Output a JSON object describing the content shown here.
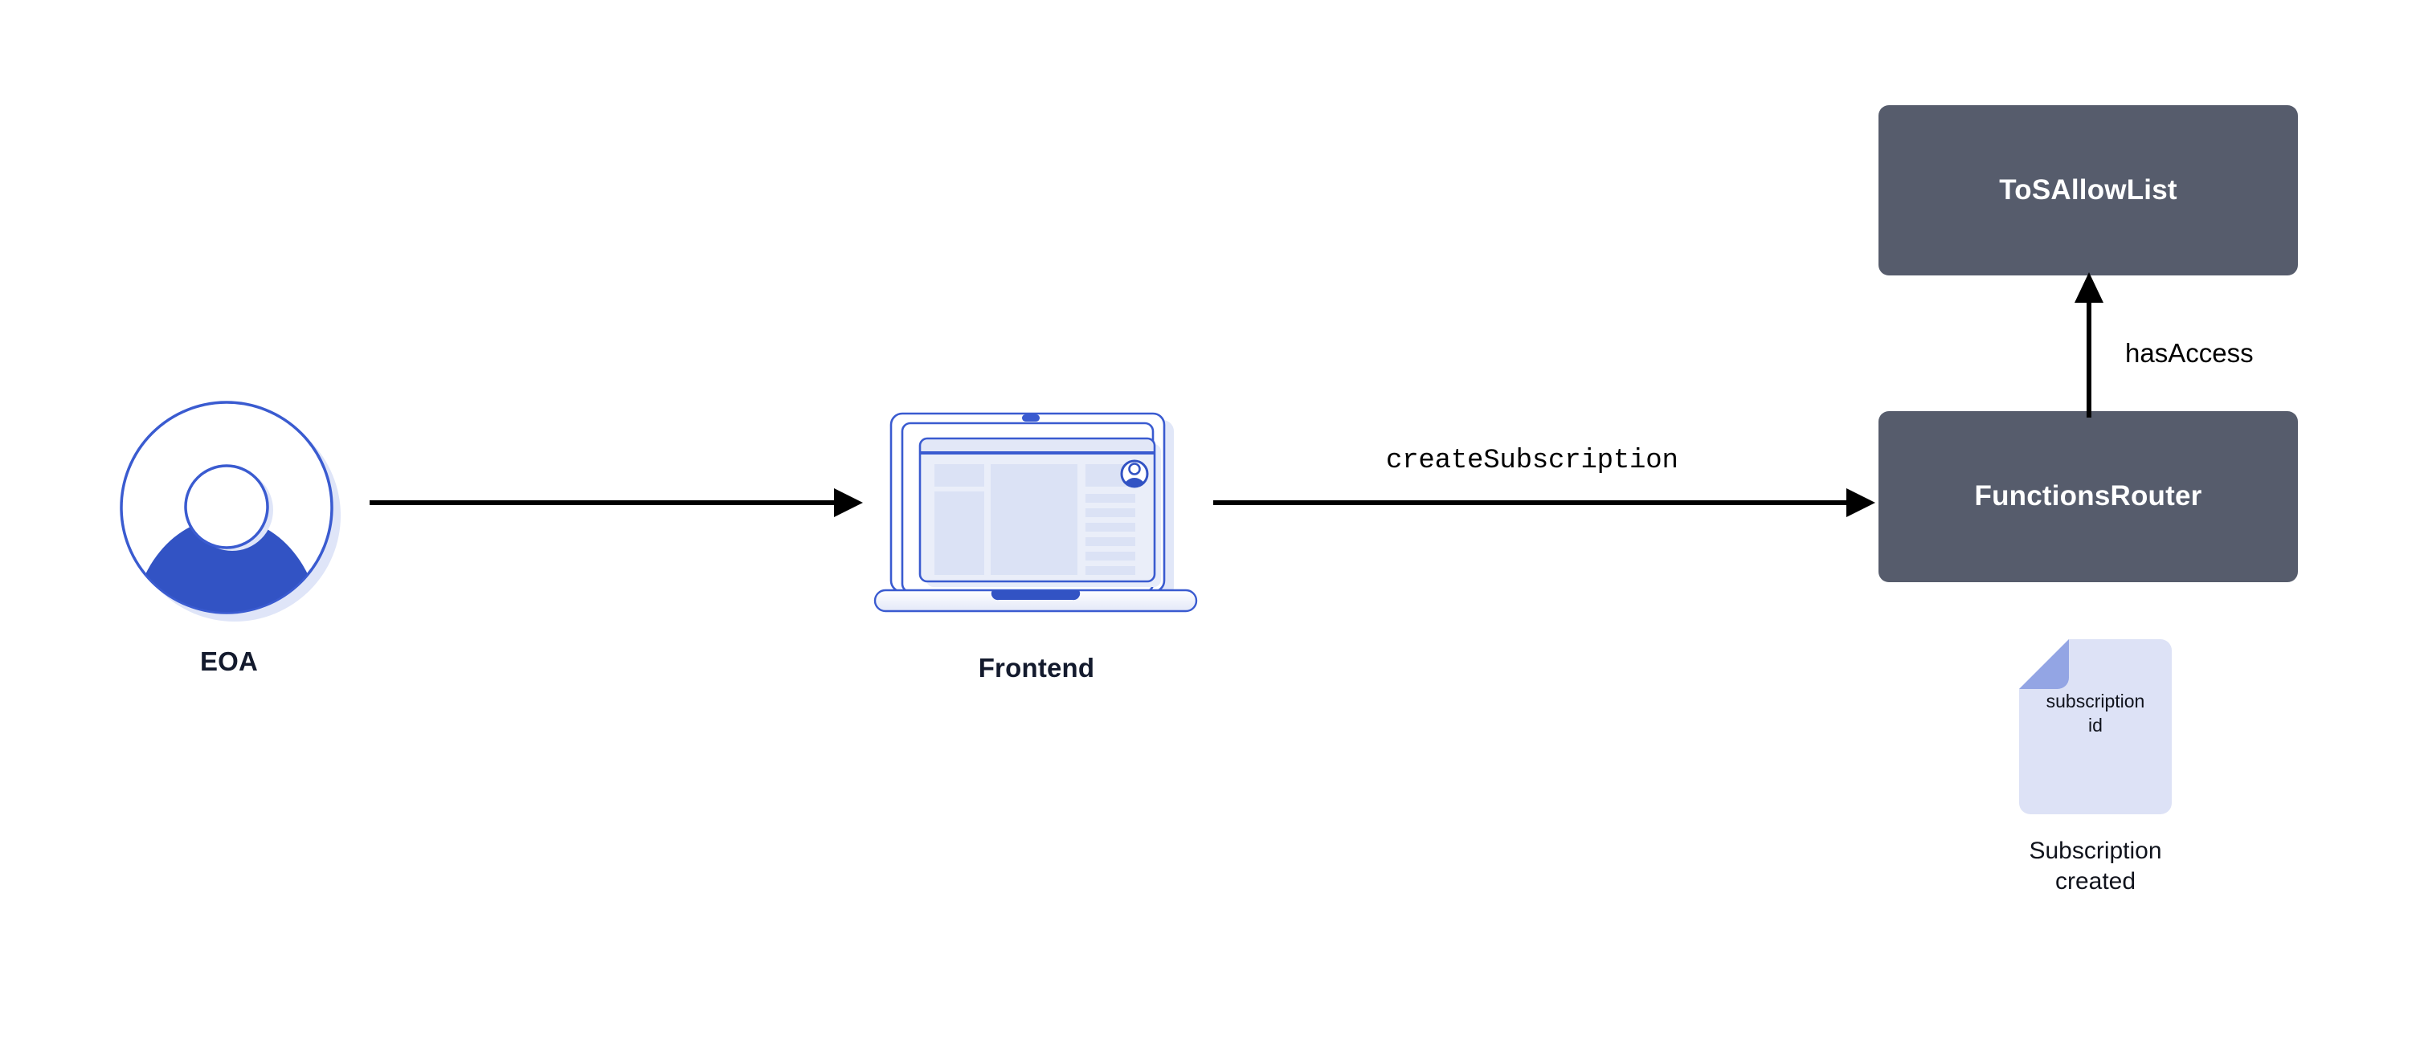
{
  "diagram": {
    "title": "Chainlink Functions subscription creation flow",
    "background_color": "#ffffff",
    "accent_blue": "#3a5bd0",
    "contract_box_color": "#565c6c",
    "document_body_color": "#dde2f6",
    "document_fold_color": "#93a5e4",
    "label_text_color": "#131a2d"
  },
  "nodes": {
    "eoa": {
      "label": "EOA",
      "icon": "user-avatar-icon"
    },
    "frontend": {
      "label": "Frontend",
      "icon": "laptop-icon"
    },
    "tosallowlist": {
      "label": "ToSAllowList"
    },
    "functionsrouter": {
      "label": "FunctionsRouter"
    },
    "subscription": {
      "doc_line_1": "subscription",
      "doc_line_2": "id",
      "caption_line_1": "Subscription",
      "caption_line_2": "created",
      "icon": "document-icon"
    }
  },
  "edges": {
    "eoa_to_frontend": {
      "label": "",
      "from": "EOA",
      "to": "Frontend",
      "direction": "right"
    },
    "frontend_to_router": {
      "label": "createSubscription",
      "from": "Frontend",
      "to": "FunctionsRouter",
      "direction": "right"
    },
    "router_to_tosallowlist": {
      "label": "hasAccess",
      "from": "FunctionsRouter",
      "to": "ToSAllowList",
      "direction": "up"
    }
  }
}
